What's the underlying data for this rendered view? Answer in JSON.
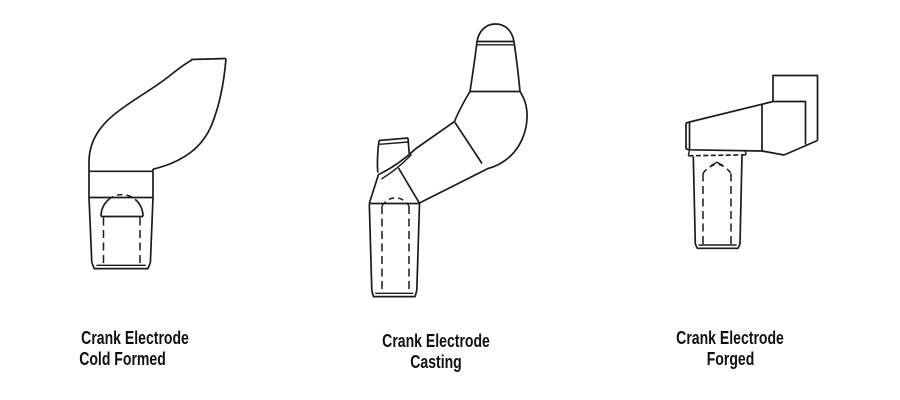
{
  "canvas": {
    "background": "#ffffff",
    "line_color": "#1c1c1c",
    "text_color": "#111111"
  },
  "figures": [
    {
      "name": "cold-formed",
      "caption_line1": "Crank Electrode",
      "caption_line2": "Cold Formed"
    },
    {
      "name": "casting",
      "caption_line1": "Crank Electrode",
      "caption_line2": "Casting"
    },
    {
      "name": "forged",
      "caption_line1": "Crank Electrode",
      "caption_line2": "Forged"
    }
  ]
}
